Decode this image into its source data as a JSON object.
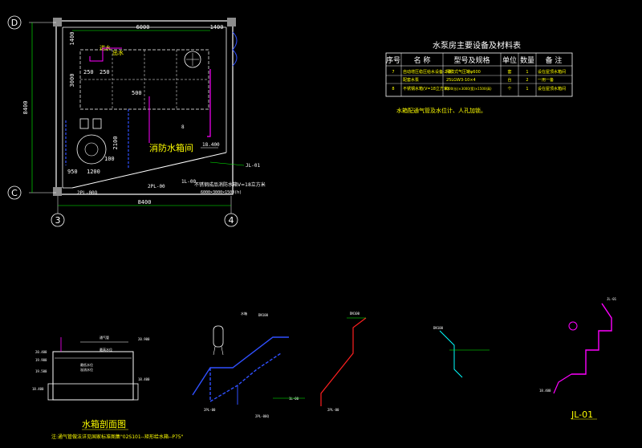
{
  "colors": {
    "background": "#000000",
    "wall": "#ffffff",
    "column": "#8c8c8c",
    "dimension": "#00ff00",
    "text_yellow": "#ffff00",
    "pipe_magenta": "#ff00ff",
    "pipe_blue": "#3050ff",
    "pipe_red": "#ff2020",
    "label_cyan": "#00ffff"
  },
  "plan": {
    "axis_d": "D",
    "axis_c": "C",
    "axis_3": "3",
    "axis_4": "4",
    "dim_left": "8400",
    "dim_bottom": "8400",
    "dim_top_1": "6000",
    "dim_top_2": "1400",
    "dim_1400_v": "1400",
    "dim_3000_v": "3000",
    "dim_2100_v": "2100",
    "dim_250_a": "250",
    "dim_250_b": "250",
    "dim_500": "500",
    "dim_950": "950",
    "dim_1200": "1200",
    "dim_100": "100",
    "label_inlet": "进水",
    "label_outlet": "出水",
    "room_name": "消防水箱间",
    "elevation": "18.400",
    "tag_jl01": "JL-01",
    "tag_2pl00": "2PL-00",
    "tag_1l00": "1L-00",
    "tag_2pl00q": "2PL-00Q",
    "tag_8": "8",
    "note_tank_1": "不锈钢成品消防水箱Ⅴ=18立方米",
    "note_tank_2": "6000×3000×1500(h)"
  },
  "equipment_table": {
    "title": "水泵房主要设备及材料表",
    "headers": [
      "序号",
      "名 称",
      "型号及规格",
      "单位",
      "数量",
      "备 注"
    ],
    "rows": [
      [
        "7",
        "自动增压稳压给水设备-2-8",
        "隔膜式气压罐φ600",
        "套",
        "1",
        "设在屋顶水箱间"
      ],
      [
        "",
        "配套水泵",
        "25LGW3-10×4",
        "台",
        "2",
        "一用一备"
      ],
      [
        "8",
        "不锈钢水箱(Ⅴ=18立方米)",
        "6000(长)×3000(宽)×1500(高)",
        "个",
        "1",
        "设在屋顶水箱间"
      ]
    ],
    "note": "水箱配通气管及水位计、人孔加锁。"
  },
  "section": {
    "title": "水箱剖面图",
    "note": "注:通气管做法详见国家标准图集\"02S101--矩形给水箱--P75\"",
    "elev_top": "20.900",
    "elev_1": "20.400",
    "elev_2": "19.900",
    "elev_3": "19.500",
    "elev_bottom": "18.400",
    "elev_floor": "18.400",
    "label_vent": "通气管",
    "level_1": "最高水位",
    "level_2": "最低水位",
    "level_3": "溢流水位"
  },
  "iso1": {
    "label_1": "水箱",
    "label_2": "DN100",
    "tag_a": "2PL-00Q",
    "tag_b": "2PL-00",
    "tag_c": "1L-00"
  },
  "iso2": {
    "tag_a": "2PL-00",
    "label_1": "DN100"
  },
  "iso3": {
    "label_1": "DN100",
    "tag_a": "JL-01",
    "big_tag": "JL-01",
    "elev": "18.400"
  }
}
